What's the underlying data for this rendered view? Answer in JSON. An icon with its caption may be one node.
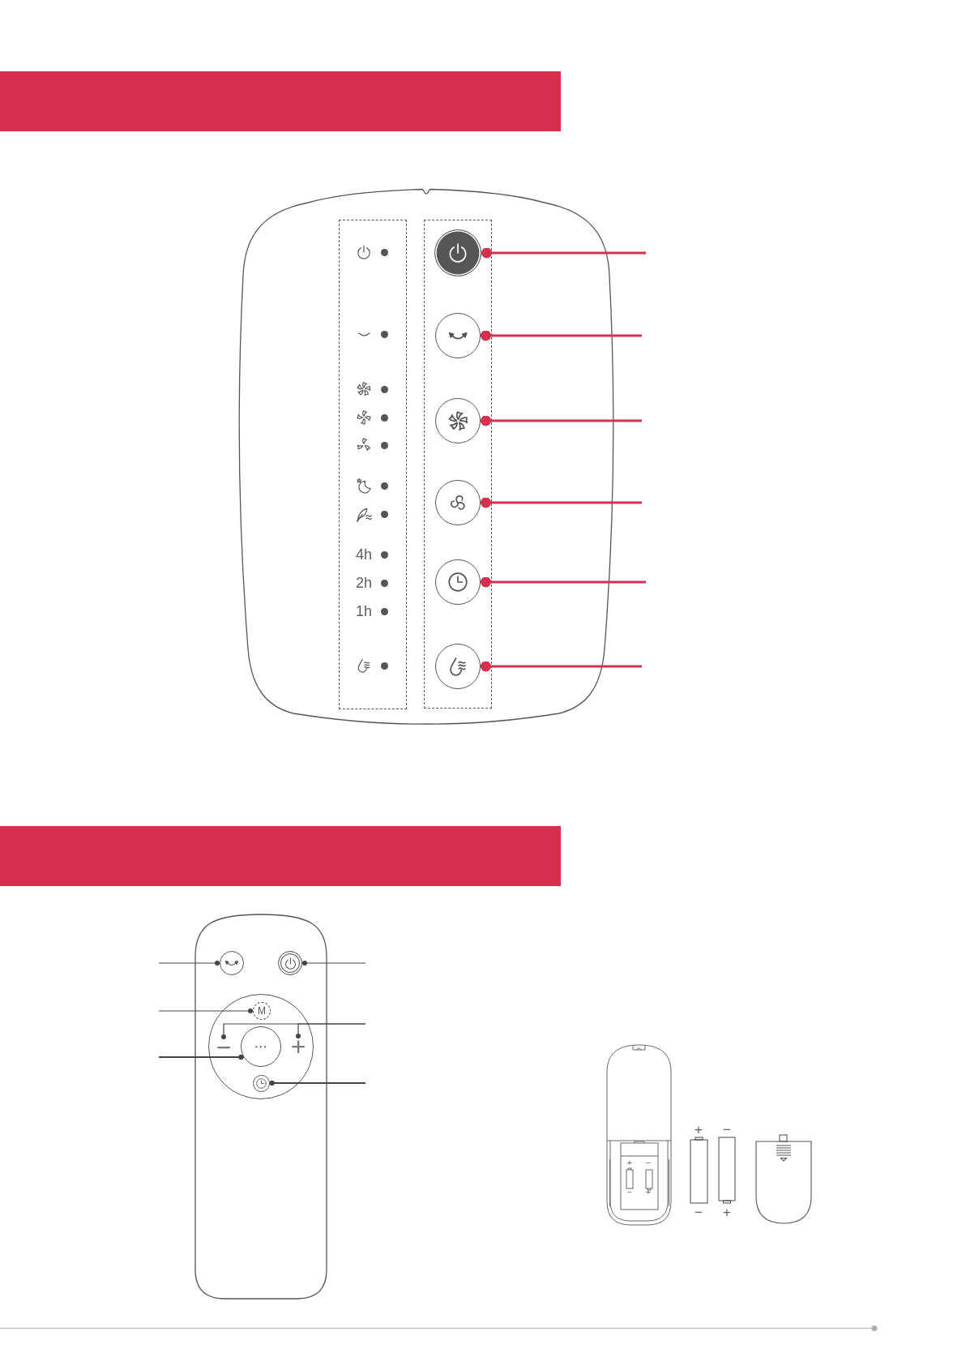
{
  "diagram": {
    "nodes": [
      {
        "text": [],
        "shape": "circle"
      },
      {
        "text": [],
        "shape": "circle"
      },
      {
        "text": [],
        "shape": "circle"
      },
      {
        "text": [],
        "shape": "circle"
      },
      {
        "text": [],
        "shape": "circle"
      },
      {
        "text": [],
        "shape": "circle"
      },
      {
        "text": [],
        "shape": "circle"
      },
      {
        "text": [],
        "shape": "circle"
      },
      {
        "text": [
          "M"
        ]
      },
      {
        "text": [
          "−"
        ]
      },
      {
        "text": [
          "+"
        ]
      },
      {
        "text": [],
        "shape": "circle"
      },
      {
        "text": [],
        "shape": "circle"
      }
    ],
    "edges": [
      {
        "from": null,
        "to": 0,
        "arrow": "other",
        "color": "#d6304e"
      },
      {
        "from": null,
        "to": 1,
        "arrow": "other",
        "color": "#d6304e"
      },
      {
        "from": null,
        "to": 2,
        "arrow": "other",
        "color": "#d6304e"
      },
      {
        "from": null,
        "to": 3,
        "arrow": "other",
        "color": "#d6304e"
      },
      {
        "from": null,
        "to": 4,
        "arrow": "other",
        "color": "#d6304e"
      },
      {
        "from": null,
        "to": 5,
        "arrow": "other",
        "color": "#d6304e"
      },
      {
        "from": null,
        "to": 6,
        "arrow": "other"
      },
      {
        "from": null,
        "to": 7,
        "arrow": "other"
      },
      {
        "from": null,
        "to": 8,
        "arrow": "other"
      },
      {
        "from": null,
        "to": 9,
        "arrow": "other"
      },
      {
        "from": null,
        "to": 10,
        "arrow": "other"
      },
      {
        "from": null,
        "to": 11,
        "arrow": "other"
      },
      {
        "from": null,
        "to": 12,
        "arrow": "other"
      }
    ],
    "labels": [
      "4h",
      "2h",
      "1h",
      "+",
      "−",
      "+",
      "−",
      "−",
      "+",
      "−",
      "+"
    ]
  }
}
